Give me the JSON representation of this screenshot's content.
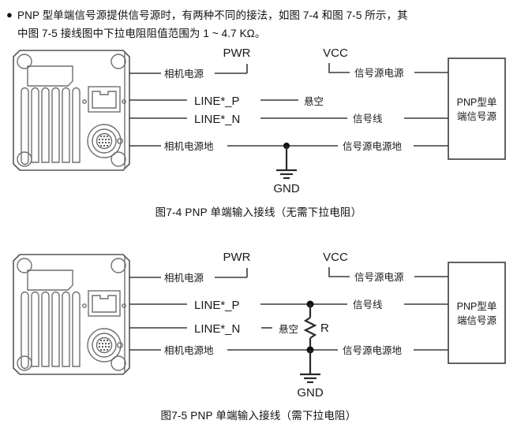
{
  "intro": {
    "bullet": "●",
    "line1": "PNP 型单端信号源提供信号源时，有两种不同的接法，如图 7-4 和图 7-5 所示，其",
    "line2": "中图 7-5 接线图中下拉电阻阻值范围为 1 ~ 4.7 KΩ。"
  },
  "figure1": {
    "caption": "图7-4  PNP 单端输入接线（无需下拉电阻）",
    "camera_labels": {
      "power": "相机电源",
      "line_p": "LINE*_P",
      "line_n": "LINE*_N",
      "power_gnd": "相机电源地"
    },
    "source_labels": {
      "src_power": "信号源电源",
      "signal": "信号线",
      "src_power_gnd": "信号源电源地"
    },
    "floating": "悬空",
    "pwr": "PWR",
    "vcc": "VCC",
    "gnd": "GND",
    "source_box": {
      "line1": "PNP型单",
      "line2": "端信号源"
    }
  },
  "figure2": {
    "caption": "图7-5  PNP 单端输入接线（需下拉电阻）",
    "camera_labels": {
      "power": "相机电源",
      "line_p": "LINE*_P",
      "line_n": "LINE*_N",
      "power_gnd": "相机电源地"
    },
    "source_labels": {
      "src_power": "信号源电源",
      "signal": "信号线",
      "src_power_gnd": "信号源电源地"
    },
    "floating": "悬空",
    "pwr": "PWR",
    "vcc": "VCC",
    "gnd": "GND",
    "resistor": "R",
    "source_box": {
      "line1": "PNP型单",
      "line2": "端信号源"
    }
  },
  "colors": {
    "wire": "#3b3b3b",
    "camera_outline": "#6e6e6e",
    "text": "#1a1a1a",
    "background": "#ffffff"
  }
}
